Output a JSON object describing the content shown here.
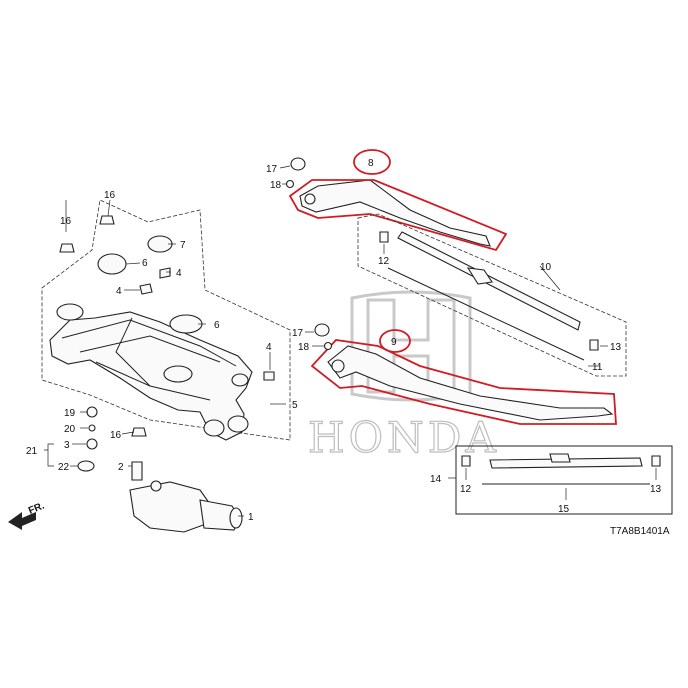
{
  "watermark": {
    "brand_text": "HONDA"
  },
  "diagram_code": "T7A8B1401A",
  "front_indicator": "FR.",
  "callouts": {
    "c1": "1",
    "c2": "2",
    "c3": "3",
    "c4a": "4",
    "c4b": "4",
    "c4c": "4",
    "c5": "5",
    "c6a": "6",
    "c6b": "6",
    "c7": "7",
    "c8": "8",
    "c9": "9",
    "c10": "10",
    "c11": "11",
    "c12a": "12",
    "c12b": "12",
    "c13a": "13",
    "c13b": "13",
    "c14": "14",
    "c15": "15",
    "c16a": "16",
    "c16b": "16",
    "c16c": "16",
    "c17a": "17",
    "c17b": "17",
    "c18a": "18",
    "c18b": "18",
    "c19": "19",
    "c20": "20",
    "c21": "21",
    "c22": "22"
  },
  "highlight_color": "#d21c24"
}
